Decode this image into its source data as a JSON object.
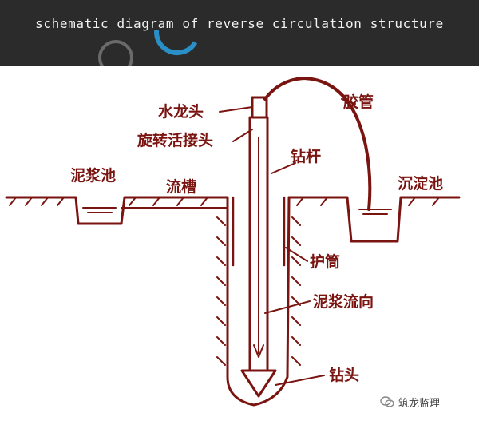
{
  "header": {
    "title": "schematic diagram of reverse circulation structure"
  },
  "diagram": {
    "labels": {
      "swivel": "水龙头",
      "hose": "胶管",
      "rotary_joint": "旋转活接头",
      "drill_rod": "钻杆",
      "mud_pit": "泥浆池",
      "flow_trough": "流槽",
      "settling_tank": "沉淀池",
      "casing": "护筒",
      "mud_flow_direction": "泥浆流向",
      "drill_bit": "钻头"
    }
  },
  "watermark": {
    "text": "筑龙监理",
    "icon": "wechat-icon"
  },
  "colors": {
    "ink": "#7a1410",
    "header_bg": "#2b2b2b",
    "accent_arc": "#2a8fc6"
  }
}
